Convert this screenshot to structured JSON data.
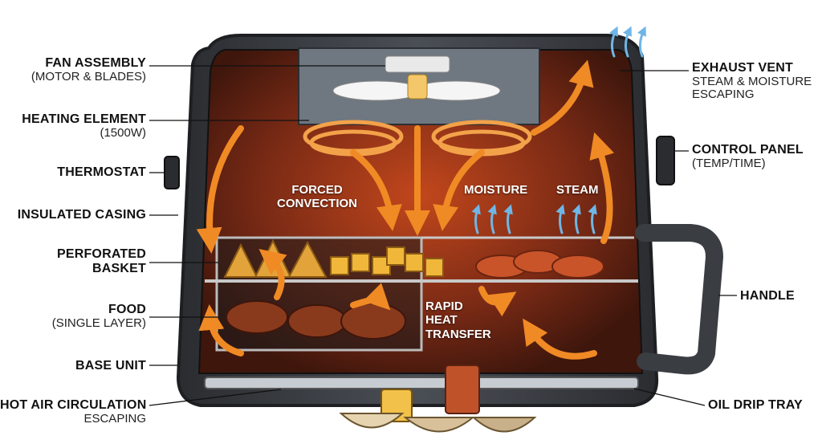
{
  "colors": {
    "casing": "#3a3d42",
    "casing_edge": "#1d1f22",
    "interior": "#5a1f12",
    "interior_glow": "#c2471c",
    "airflow": "#f08a24",
    "steam": "#6fb6e6",
    "coil": "#f3a24a"
  },
  "labels_left": [
    {
      "title": "FAN ASSEMBLY",
      "sub": "(MOTOR & BLADES)"
    },
    {
      "title": "HEATING ELEMENT",
      "sub": "(1500W)"
    },
    {
      "title": "THERMOSTAT",
      "sub": ""
    },
    {
      "title": "INSULATED CASING",
      "sub": ""
    },
    {
      "title": "PERFORATED",
      "sub": "BASKET"
    },
    {
      "title": "FOOD",
      "sub": "(SINGLE LAYER)"
    },
    {
      "title": "BASE UNIT",
      "sub": ""
    },
    {
      "title": "HOT AIR CIRCULATION",
      "sub": "ESCAPING"
    }
  ],
  "labels_right": [
    {
      "title": "EXHAUST VENT",
      "sub": "STEAM & MOISTURE ESCAPING"
    },
    {
      "title": "CONTROL PANEL",
      "sub": "(TEMP/TIME)"
    },
    {
      "title": "HANDLE",
      "sub": ""
    },
    {
      "title": "OIL DRIP TRAY",
      "sub": ""
    }
  ],
  "inner_labels": {
    "forced": "FORCED CONVECTION",
    "moisture": "MOISTURE",
    "steam": "STEAM",
    "rapid": "RAPID HEAT TRANSFER"
  }
}
